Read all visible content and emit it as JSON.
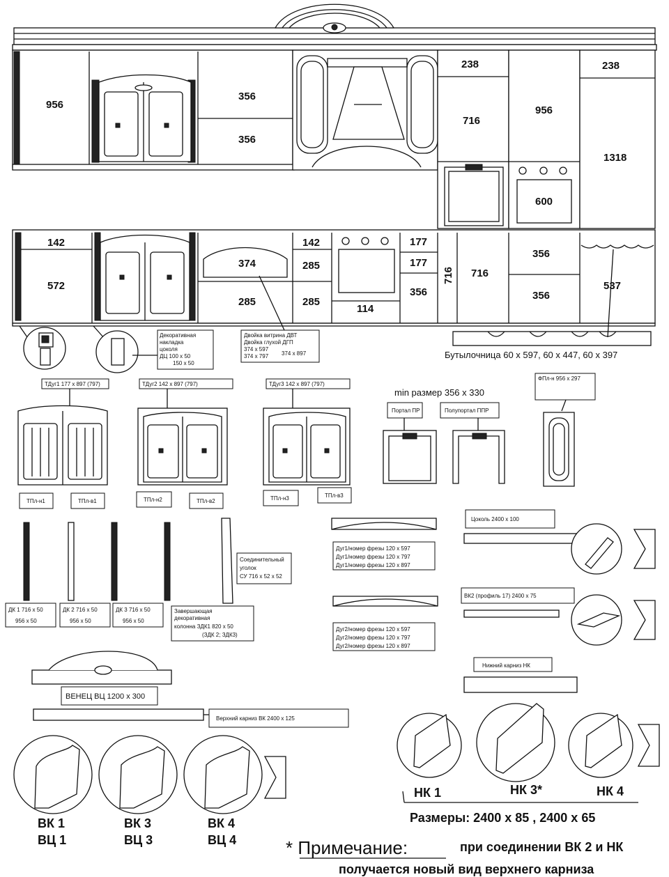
{
  "upper_dims": {
    "d956a": "956",
    "d356a": "356",
    "d356b": "356",
    "d238a": "238",
    "d716a": "716",
    "d956b": "956",
    "d238b": "238",
    "d1318": "1318",
    "d600": "600"
  },
  "lower_dims": {
    "d142a": "142",
    "d572": "572",
    "d374": "374",
    "d285a": "285",
    "d142b": "142",
    "d285b": "285",
    "d285c": "285",
    "d114": "114",
    "d177a": "177",
    "d177b": "177",
    "d356c": "356",
    "d716v": "716",
    "d716b": "716",
    "d356d": "356",
    "d356e": "356",
    "d537": "537"
  },
  "callouts": {
    "decor": [
      "Декоративная",
      "накладка",
      "цоколя",
      "ДЦ 100 х 50",
      "150 х 50"
    ],
    "dvt": [
      "Двойка витрина ДВТ",
      "Двойка глухой ДГП",
      "374 х 597",
      "374 х 797",
      "374 х 897"
    ],
    "bottle": "Бутылочница  60 х 597, 60 х 447, 60 х 397",
    "tdug1": "ТДуг1  177 х 897 (797)",
    "tdug2": "ТДуг2  142 х 897 (797)",
    "tdug3": "ТДуг3  142 х 897 (797)",
    "min_size": "min размер 356 х 330",
    "portal": "Портал ПР",
    "semiportal": "Полупортал ППР",
    "fp": "ФПл-н 956 х 297",
    "tpl1a": "ТПл-н1",
    "tpl1b": "ТПл-в1",
    "tpl2a": "ТПл-н2",
    "tpl2b": "ТПл-в2",
    "tpl3a": "ТПл-н3",
    "tpl3b": "ТПл-в3",
    "dk1": [
      "ДК 1 716 х 50",
      "956 х 50"
    ],
    "dk2": [
      "ДК 2 716 х 50",
      "956 х 50"
    ],
    "dk3": [
      "ДК 3 716 х 50",
      "956 х 50"
    ],
    "column": [
      "Завершающая",
      "декоративная",
      "колонна ЗДК1 820 х 50",
      "(ЗДК 2; ЗДК3)"
    ],
    "corner": [
      "Соединительный",
      "уголок",
      "СУ 716 х 52 х 52"
    ],
    "dug1": [
      "Дуг1/номер фрезы 120 х 597",
      "Дуг1/номер фрезы 120 х 797",
      "Дуг1/номер фрезы 120 х 897"
    ],
    "dug2": [
      "Дуг2/номер фрезы 120 х 597",
      "Дуг2/номер фрезы 120 х 797",
      "Дуг2/номер фрезы 120 х 897"
    ],
    "cokol": "Цоколь 2400 х 100",
    "vk2": "ВК2 (профиль 17) 2400 х 75",
    "nk": "Нижний карниз  НК",
    "venets": "ВЕНЕЦ  ВЦ 1200 х 300",
    "vk_top": "Верхний карниз  ВК 2400 х 125"
  },
  "profiles": {
    "vk1": "ВК 1",
    "vc1": "ВЦ 1",
    "vk3": "ВК 3",
    "vc3": "ВЦ 3",
    "vk4": "ВК 4",
    "vc4": "ВЦ 4",
    "nk1": "НК 1",
    "nk3": "НК 3*",
    "nk4": "НК 4",
    "sizes": "Размеры: 2400 х 85 , 2400 х 65"
  },
  "note": {
    "title": "* Примечание:",
    "line1": "при соединении ВК 2 и НК",
    "line2": "получается новый вид  верхнего карниза"
  }
}
